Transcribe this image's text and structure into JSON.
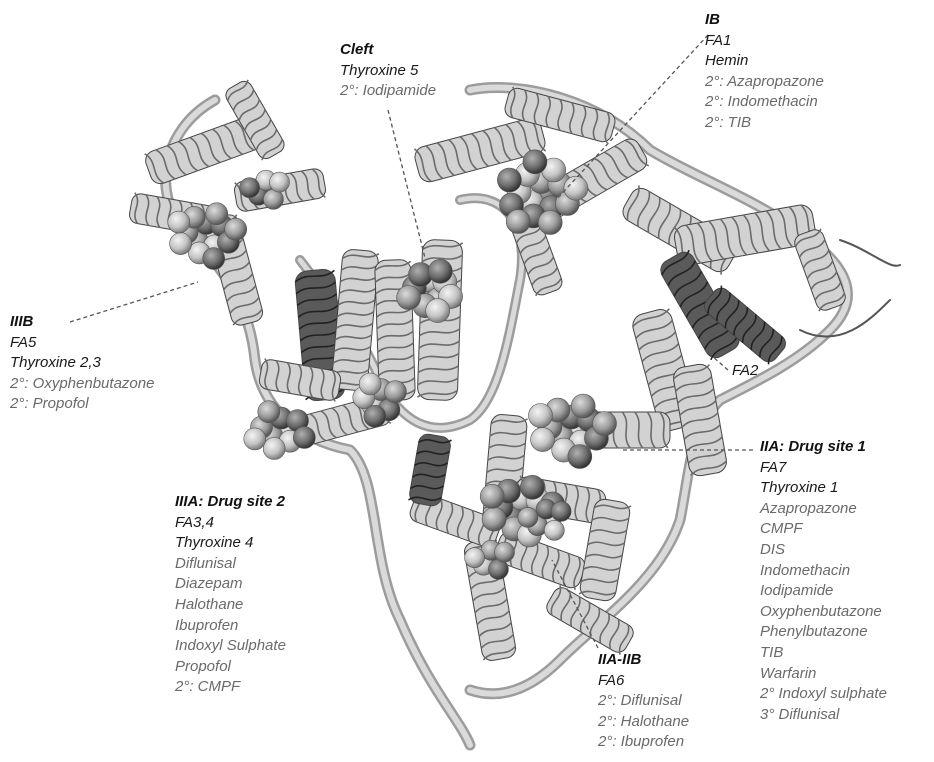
{
  "colors": {
    "helix_light": "#cfcfcf",
    "helix_dark": "#444444",
    "sphere_light": "#d8d8d8",
    "sphere_mid": "#9a9a9a",
    "sphere_dark": "#5a5a5a",
    "leader_line": "#555555"
  },
  "sites": {
    "cleft": {
      "title": "Cleft",
      "lines": [
        {
          "text": "Thyroxine 5",
          "shade": "dark"
        },
        {
          "text": "2°: Iodipamide",
          "shade": "grey"
        }
      ]
    },
    "ib": {
      "title": "IB",
      "lines": [
        {
          "text": "FA1",
          "shade": "dark"
        },
        {
          "text": "Hemin",
          "shade": "dark"
        },
        {
          "text": "2°: Azapropazone",
          "shade": "grey"
        },
        {
          "text": "2°: Indomethacin",
          "shade": "grey"
        },
        {
          "text": "2°: TIB",
          "shade": "grey"
        }
      ]
    },
    "iiib": {
      "title": "IIIB",
      "lines": [
        {
          "text": "FA5",
          "shade": "dark"
        },
        {
          "text": "Thyroxine 2,3",
          "shade": "dark"
        },
        {
          "text": "2°: Oxyphenbutazone",
          "shade": "grey"
        },
        {
          "text": "2°: Propofol",
          "shade": "grey"
        }
      ]
    },
    "fa2": {
      "title": "",
      "lines": [
        {
          "text": "FA2",
          "shade": "dark"
        }
      ]
    },
    "iia": {
      "title": "IIA: Drug site 1",
      "lines": [
        {
          "text": "FA7",
          "shade": "dark"
        },
        {
          "text": "Thyroxine 1",
          "shade": "dark"
        },
        {
          "text": "Azapropazone",
          "shade": "grey"
        },
        {
          "text": "CMPF",
          "shade": "grey"
        },
        {
          "text": "DIS",
          "shade": "grey"
        },
        {
          "text": "Indomethacin",
          "shade": "grey"
        },
        {
          "text": "Iodipamide",
          "shade": "grey"
        },
        {
          "text": "Oxyphenbutazone",
          "shade": "grey"
        },
        {
          "text": "Phenylbutazone",
          "shade": "grey"
        },
        {
          "text": "TIB",
          "shade": "grey"
        },
        {
          "text": "Warfarin",
          "shade": "grey"
        },
        {
          "text": "2° Indoxyl sulphate",
          "shade": "grey"
        },
        {
          "text": "3° Diflunisal",
          "shade": "grey"
        }
      ]
    },
    "iiia": {
      "title": "IIIA: Drug site 2",
      "lines": [
        {
          "text": "FA3,4",
          "shade": "dark"
        },
        {
          "text": "Thyroxine 4",
          "shade": "dark"
        },
        {
          "text": "Diflunisal",
          "shade": "grey"
        },
        {
          "text": "Diazepam",
          "shade": "grey"
        },
        {
          "text": "Halothane",
          "shade": "grey"
        },
        {
          "text": "Ibuprofen",
          "shade": "grey"
        },
        {
          "text": "Indoxyl Sulphate",
          "shade": "grey"
        },
        {
          "text": "Propofol",
          "shade": "grey"
        },
        {
          "text": "2°: CMPF",
          "shade": "grey"
        }
      ]
    },
    "iiaiib": {
      "title": "IIA-IIB",
      "lines": [
        {
          "text": "FA6",
          "shade": "dark"
        },
        {
          "text": "2°: Diflunisal",
          "shade": "grey"
        },
        {
          "text": "2°: Halothane",
          "shade": "grey"
        },
        {
          "text": "2°: Ibuprofen",
          "shade": "grey"
        }
      ]
    }
  }
}
